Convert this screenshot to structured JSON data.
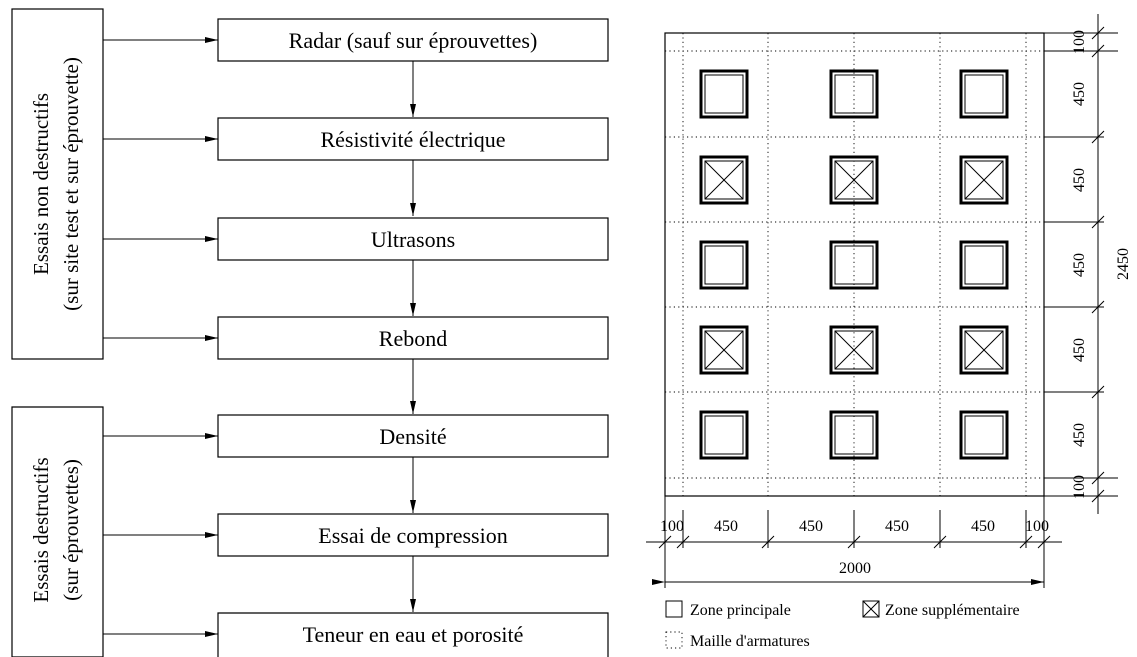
{
  "flowchart": {
    "groups": [
      {
        "label_line1": "Essais non destructifs",
        "label_line2": "(sur site test et sur éprouvette)"
      },
      {
        "label_line1": "Essais destructifs",
        "label_line2": "(sur éprouvettes)"
      }
    ],
    "steps": [
      {
        "label": "Radar (sauf sur éprouvettes)"
      },
      {
        "label": "Résistivité électrique"
      },
      {
        "label": "Ultrasons"
      },
      {
        "label": "Rebond"
      },
      {
        "label": "Densité"
      },
      {
        "label": "Essai de compression"
      },
      {
        "label": "Teneur en eau et porosité"
      }
    ]
  },
  "plan": {
    "zone_rows": [
      "principale",
      "supplementaire",
      "principale",
      "supplementaire",
      "principale"
    ],
    "zones_per_row": 3,
    "dimensions": {
      "horizontal": [
        "100",
        "450",
        "450",
        "450",
        "450",
        "100"
      ],
      "horizontal_total": "2000",
      "vertical": [
        "100",
        "450",
        "450",
        "450",
        "450",
        "450",
        "100"
      ],
      "vertical_total": "2450"
    },
    "legend": {
      "main_zone": "Zone principale",
      "extra_zone": "Zone supplémentaire",
      "rebar_mesh": "Maille d'armatures"
    }
  }
}
